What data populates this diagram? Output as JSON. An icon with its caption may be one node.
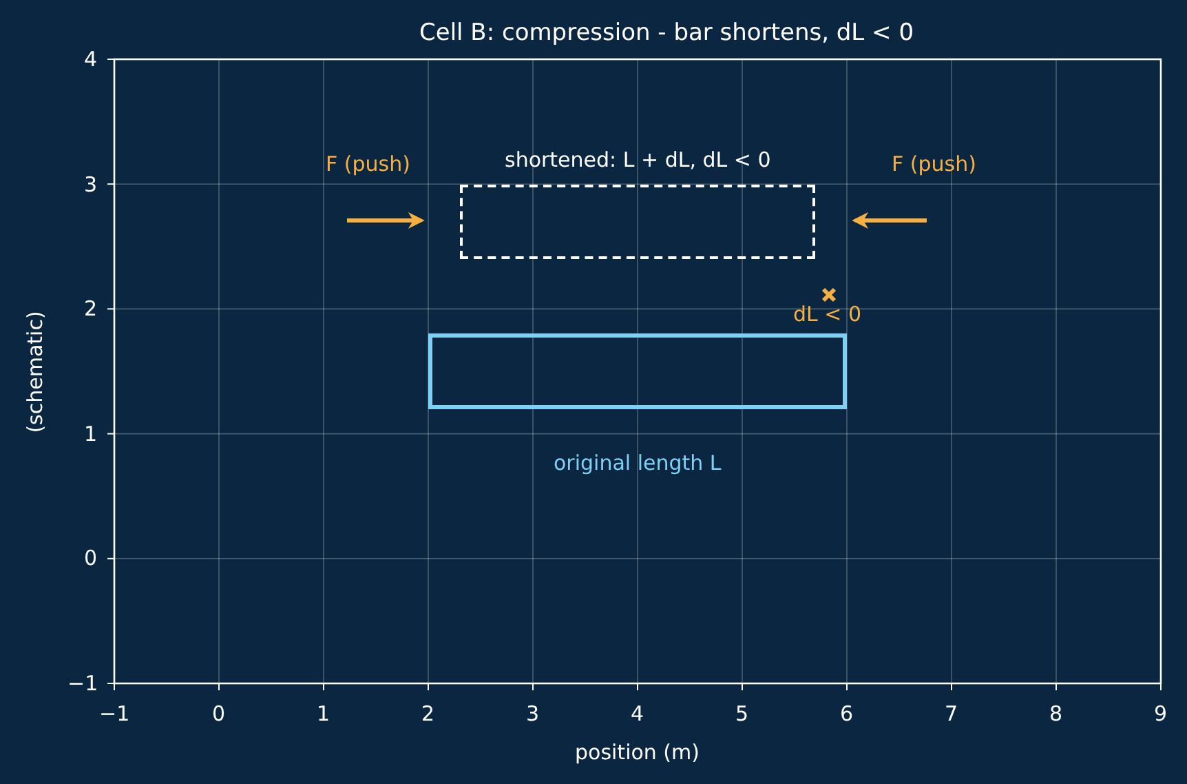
{
  "diagram": {
    "title": "Cell B: compression - bar shortens, dL < 0",
    "nodes": [
      {
        "text": [
          "shortened: L + dL, dL < 0"
        ]
      },
      {
        "text": [],
        "shape": "box",
        "beside": [
          "original length L"
        ]
      }
    ],
    "labels": [
      "F (push)",
      "F (push)",
      "dL < 0",
      "4",
      "3",
      "2",
      "1",
      "0",
      "−1",
      "−1",
      "0",
      "1",
      "2",
      "3",
      "4",
      "5",
      "6",
      "7",
      "8",
      "9",
      "position (m)",
      "(schematic)"
    ]
  }
}
